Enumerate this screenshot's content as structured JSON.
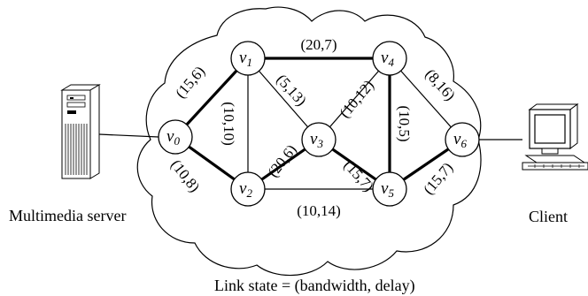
{
  "caption": "Link state = (bandwidth, delay)",
  "server_label": "Multimedia server",
  "client_label": "Client",
  "nodes": [
    {
      "id": "v0",
      "label": "v",
      "sub": "0"
    },
    {
      "id": "v1",
      "label": "v",
      "sub": "1"
    },
    {
      "id": "v2",
      "label": "v",
      "sub": "2"
    },
    {
      "id": "v3",
      "label": "v",
      "sub": "3"
    },
    {
      "id": "v4",
      "label": "v",
      "sub": "4"
    },
    {
      "id": "v5",
      "label": "v",
      "sub": "5"
    },
    {
      "id": "v6",
      "label": "v",
      "sub": "6"
    }
  ],
  "edges": [
    {
      "from": "v0",
      "to": "v1",
      "label": "(15,6)",
      "bold": true
    },
    {
      "from": "v0",
      "to": "v2",
      "label": "(10,8)",
      "bold": true
    },
    {
      "from": "v1",
      "to": "v4",
      "label": "(20,7)",
      "bold": true
    },
    {
      "from": "v1",
      "to": "v3",
      "label": "(5,13)",
      "bold": false
    },
    {
      "from": "v1",
      "to": "v2",
      "label": "(10,10)",
      "bold": false
    },
    {
      "from": "v2",
      "to": "v3",
      "label": "(20,6)",
      "bold": true
    },
    {
      "from": "v2",
      "to": "v5",
      "label": "(10,14)",
      "bold": false
    },
    {
      "from": "v3",
      "to": "v4",
      "label": "(10,12)",
      "bold": false
    },
    {
      "from": "v3",
      "to": "v5",
      "label": "(15,7)",
      "bold": true
    },
    {
      "from": "v4",
      "to": "v5",
      "label": "(10,5)",
      "bold": true
    },
    {
      "from": "v4",
      "to": "v6",
      "label": "(8,16)",
      "bold": false
    },
    {
      "from": "v5",
      "to": "v6",
      "label": "(15,7)",
      "bold": true
    }
  ]
}
